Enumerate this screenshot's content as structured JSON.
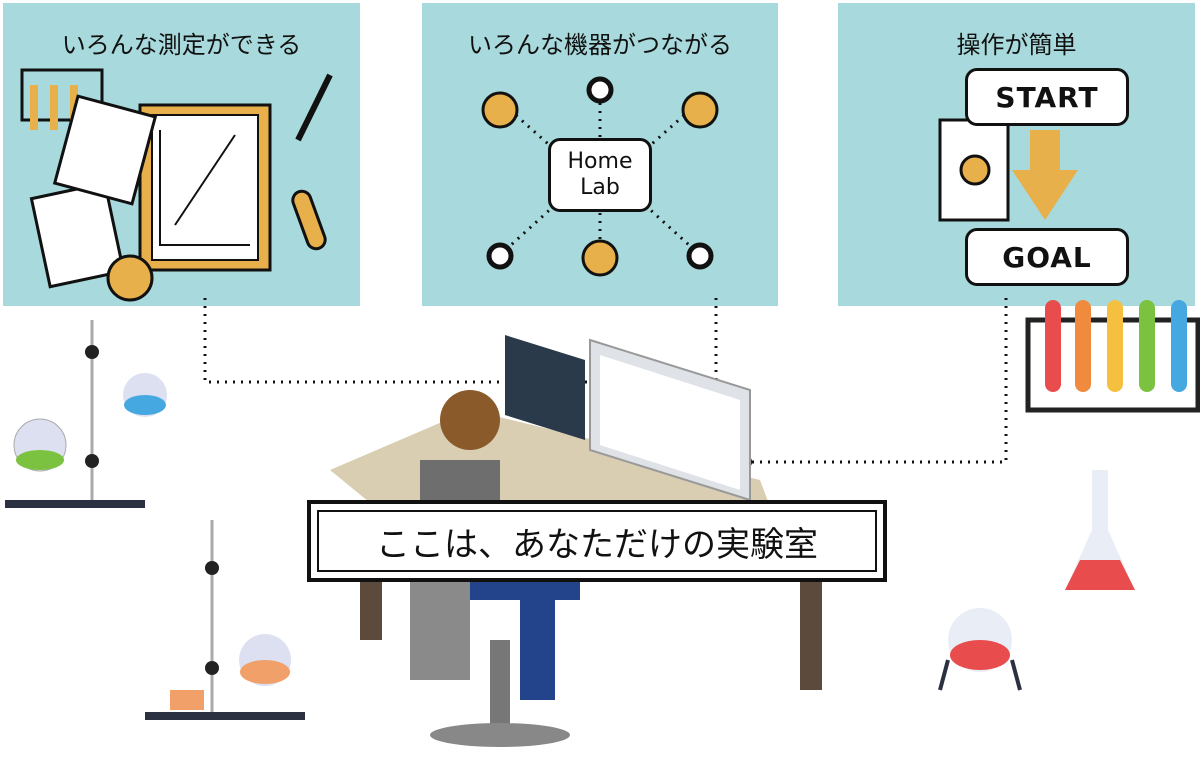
{
  "panels": [
    {
      "title": "いろんな測定ができる"
    },
    {
      "title": "いろんな機器がつながる",
      "hub_line1": "Home",
      "hub_line2": "Lab"
    },
    {
      "title": "操作が簡単",
      "start": "START",
      "goal": "GOAL"
    }
  ],
  "banner": "ここは、あなただけの実験室",
  "colors": {
    "panel": "#a8d9dc",
    "accent": "#e8b04a"
  }
}
